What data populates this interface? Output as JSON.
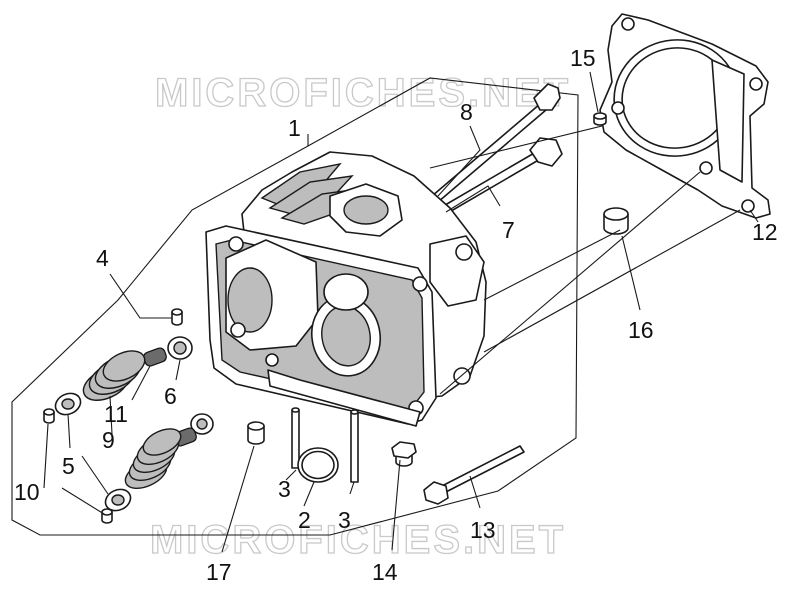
{
  "watermark": {
    "top": "MICROFICHES.NET",
    "bottom": "MICROFICHES.NET"
  },
  "callouts": {
    "c1": "1",
    "c2": "2",
    "c3a": "3",
    "c3b": "3",
    "c4": "4",
    "c5": "5",
    "c6": "6",
    "c7": "7",
    "c8": "8",
    "c9": "9",
    "c10": "10",
    "c11": "11",
    "c12": "12",
    "c13": "13",
    "c14": "14",
    "c15": "15",
    "c16": "16",
    "c17": "17"
  }
}
